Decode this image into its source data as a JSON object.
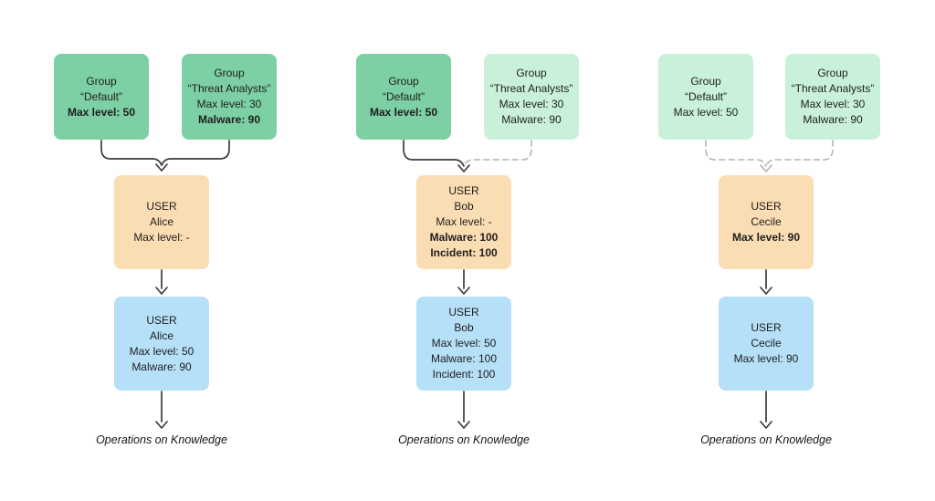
{
  "colors": {
    "group_strong_green": "#7dd0a3",
    "group_light_green": "#c9f1d9",
    "user_settings_orange": "#fbddb3",
    "user_effective_blue": "#b6e0f8",
    "solid_link": "#3b3b3b",
    "dashed_link": "#b4b4b4",
    "text": "#1e1e1e",
    "background": "#ffffff"
  },
  "columns": [
    {
      "groups": [
        {
          "lines": [
            {
              "text": "Group"
            },
            {
              "text": "“Default”"
            },
            {
              "text": "Max level: 50",
              "bold": true
            }
          ]
        },
        {
          "lines": [
            {
              "text": "Group"
            },
            {
              "text": "“Threat Analysts”"
            },
            {
              "text": "Max level: 30"
            },
            {
              "text": "Malware: 90",
              "bold": true
            }
          ]
        }
      ],
      "user_settings": {
        "lines": [
          {
            "text": "USER"
          },
          {
            "text": "Alice"
          },
          {
            "text": "Max level: -"
          }
        ]
      },
      "user_effective": {
        "lines": [
          {
            "text": "USER"
          },
          {
            "text": "Alice"
          },
          {
            "text": "Max level: 50"
          },
          {
            "text": "Malware: 90"
          }
        ]
      },
      "caption": "Operations on Knowledge"
    },
    {
      "groups": [
        {
          "lines": [
            {
              "text": "Group"
            },
            {
              "text": "“Default”"
            },
            {
              "text": "Max level: 50",
              "bold": true
            }
          ]
        },
        {
          "lines": [
            {
              "text": "Group"
            },
            {
              "text": "“Threat Analysts”"
            },
            {
              "text": "Max level: 30"
            },
            {
              "text": "Malware: 90"
            }
          ]
        }
      ],
      "user_settings": {
        "lines": [
          {
            "text": "USER"
          },
          {
            "text": "Bob"
          },
          {
            "text": "Max level: -"
          },
          {
            "text": "Malware: 100",
            "bold": true
          },
          {
            "text": "Incident: 100",
            "bold": true
          }
        ]
      },
      "user_effective": {
        "lines": [
          {
            "text": "USER"
          },
          {
            "text": "Bob"
          },
          {
            "text": "Max level: 50"
          },
          {
            "text": "Malware: 100"
          },
          {
            "text": "Incident: 100"
          }
        ]
      },
      "caption": "Operations on Knowledge"
    },
    {
      "groups": [
        {
          "lines": [
            {
              "text": "Group"
            },
            {
              "text": "“Default”"
            },
            {
              "text": "Max level: 50"
            }
          ]
        },
        {
          "lines": [
            {
              "text": "Group"
            },
            {
              "text": "“Threat Analysts”"
            },
            {
              "text": "Max level: 30"
            },
            {
              "text": "Malware: 90"
            }
          ]
        }
      ],
      "user_settings": {
        "lines": [
          {
            "text": "USER"
          },
          {
            "text": "Cecile"
          },
          {
            "text": "Max level: 90",
            "bold": true
          }
        ]
      },
      "user_effective": {
        "lines": [
          {
            "text": "USER"
          },
          {
            "text": "Cecile"
          },
          {
            "text": "Max level: 90"
          }
        ]
      },
      "caption": "Operations on Knowledge"
    }
  ]
}
